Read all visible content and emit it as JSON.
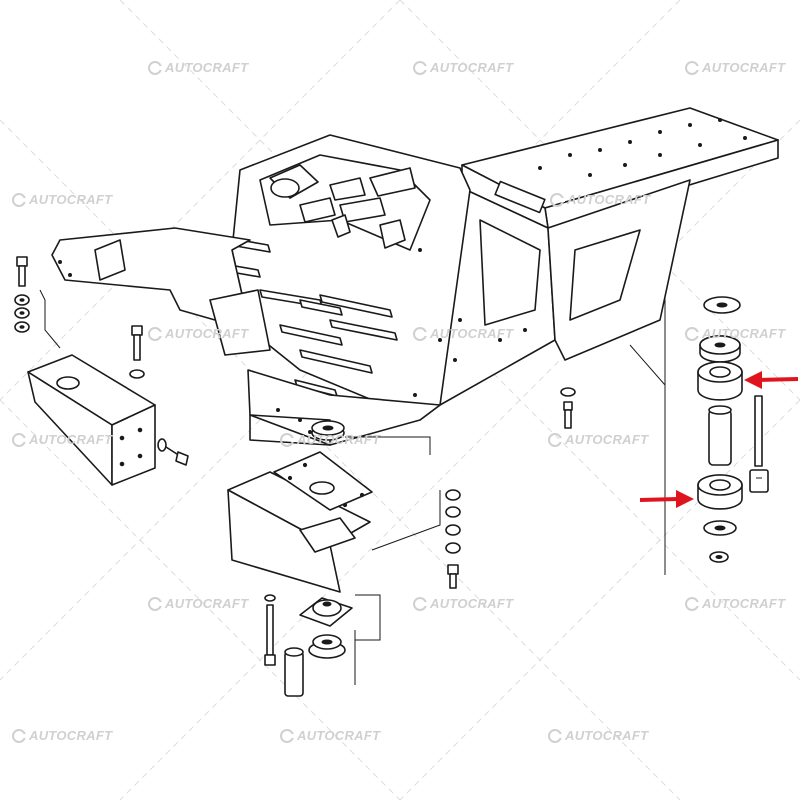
{
  "watermark": {
    "text": "AUTOCRAFT",
    "color": "#d0d0d0"
  },
  "colors": {
    "line": "#1a1a1a",
    "arrow": "#e0141e",
    "background": "#ffffff"
  },
  "callouts": [
    {
      "name": "upper-rubber-mount",
      "direction": "pointing-left",
      "color": "#e0141e"
    },
    {
      "name": "lower-rubber-mount",
      "direction": "pointing-right",
      "color": "#e0141e"
    }
  ]
}
